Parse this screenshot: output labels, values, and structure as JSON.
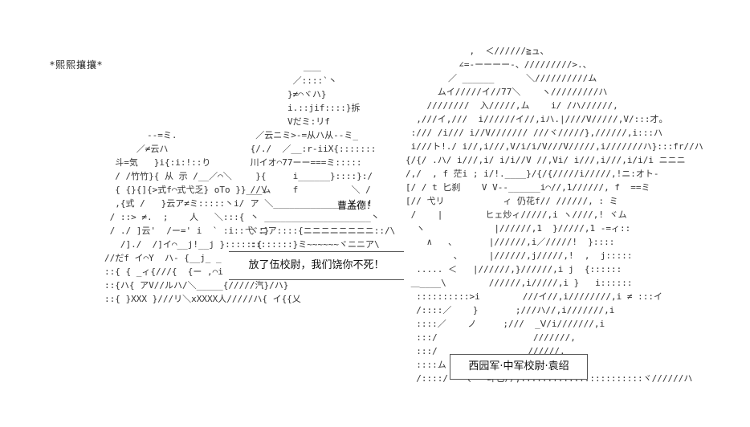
{
  "sound_effect": "*熙熙攘攘*",
  "speaker_label": "曹孟德！",
  "dialogue": "放了伍校尉，我们饶你不死！",
  "character_caption": "西园军·中军校尉·袁绍",
  "art_left": "        --=ミ.\n      ／≠云ハ\n  斗=気   }i{:i:!::り\n  / /竹竹}{ 从 示 /__／⌒＼ \n  { {}{]{>式f⌒式弋乏} oTo }}___ム\n  ,{式 /   }云ア≠ミ:::::丶i/\n / ::> ≠.  ;    人   ＼:::{\n / ./ ]云'  /ー=' i  ` :i:: ヾ:}\n   /]./  /]イ⌒__j!__j }::::::{\n//だf イ⌒Y  ハ- {__j_ _ !>-ミハ\n::{ { _ィ{///{  {ー ,⌒i  j/////ハ}{\n::{ハ{ アV//ルハ/＼_____{/////汽}/ハ}\n::{ }XXX }///リ＼xXXXX人/////ハ{ イ{{乂",
  "art_mid": "           ＿＿\n         ／::::`丶\n        }≠⌒ヾハ}\n        i.::jif::::}拆\n        Vだミ:リf\n  ／云ニミ>-=从ハ从--ミ_\n {/./  ／__:r-iiX{:::::::\n 川イオ⌒77ーー===ミ:::::\n  }{     i______}::::}:/\n //\\     f          ＼ /\n ア ＼______________乂/ !\n 丶 ____________________丶\n弋 ニア::::{ニニニニニニニニ::/\\\n ::::::::}ミ~~~~~~ヾニニア\\",
  "art_right": "            ,  ＜//////≧ュ、\n          ∠=-ーーーー-、/////////>.、\n        ／ ______      ＼//////////ム\n      ムイ/////イ//77＼    ヽ/////////ハ\n    ////////  入/////,ム    i/ /ハ//////,\n  ,///イ,///  i//////イ//,iハ.|////V/////,V/:::才。\n :/// /i/// i//V/////// ///ヾ/////},//////,i:::ハ\n i///ト!./ i//,i///,V/i/i/V///V/////,i///////ハ}:::fr//ハ\n{/{/ .ハ/ i///,i/ i/i//V //,Vi/ i///,i///,i/i/i ニニニ\n/,/  , f 茫i ; i/!.____}/{/{/////i/////,!ニ:オト-\n[/ / t 匕刹    V V--______i⌒//,1//////, f  ==ミ\n[// 弋リ           ィ 仍花f// //////, : ミ\n /    |        ヒェ炒ィ/////,i ヽ////,! ヾム\n  ヽ             |//////,1  }/////,1 -=ィ::\n    ∧   、      |//////,i／/////!  }::::\n         、     |//////,j/////,!  ,  j:::::\n  ..... ＜   |//////,}//////,i j  {::::::\n ＿____\\        //////,i/////,i }   i::::::\n  ::::::::::>i        ///イ//,i////////,i ≠ :::イ\n  /::::／    }       ;///ハ//,i///////,i\n  ::::／    ノ     ;///  _Ⅴ/i///////,i\n  :::/                  ///////,\n  :::/                 //////,\n  ::::ム                //////,\n  /::::/  丶、  斗匕//,:::::::::::::::::::::::ヾ//////ハ"
}
